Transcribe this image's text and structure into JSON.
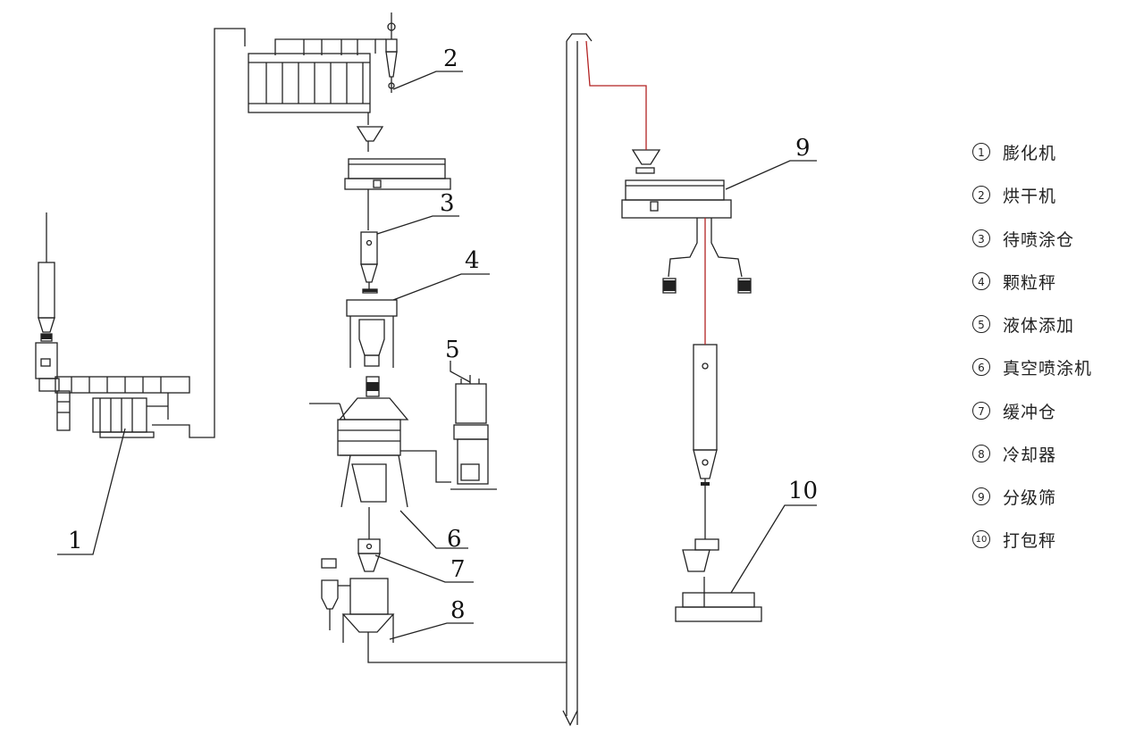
{
  "callouts": [
    "1",
    "2",
    "3",
    "4",
    "5",
    "6",
    "7",
    "8",
    "9",
    "10"
  ],
  "legend": [
    {
      "num": "1",
      "label": "膨化机"
    },
    {
      "num": "2",
      "label": "烘干机"
    },
    {
      "num": "3",
      "label": "待喷涂仓"
    },
    {
      "num": "4",
      "label": "颗粒秤"
    },
    {
      "num": "5",
      "label": "液体添加"
    },
    {
      "num": "6",
      "label": "真空喷涂机"
    },
    {
      "num": "7",
      "label": "缓冲仓"
    },
    {
      "num": "8",
      "label": "冷却器"
    },
    {
      "num": "9",
      "label": "分级筛"
    },
    {
      "num": "10",
      "label": "打包秤"
    }
  ],
  "colors": {
    "line": "#222222",
    "conveyor_red": "#b22222",
    "background": "#ffffff"
  }
}
